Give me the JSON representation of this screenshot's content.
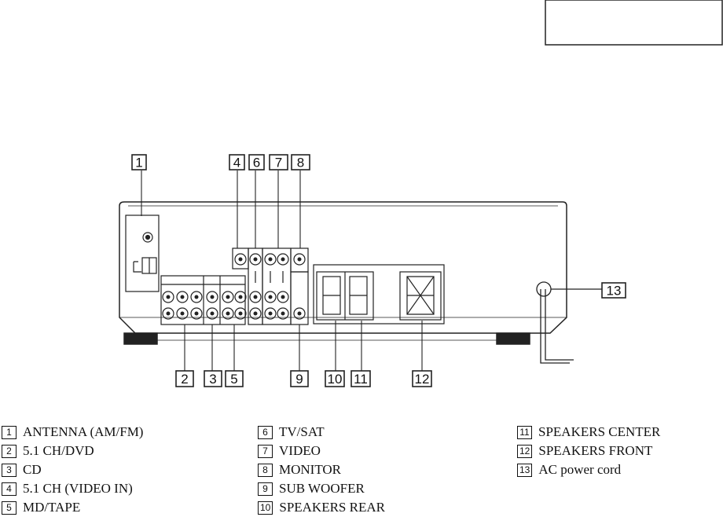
{
  "callouts": [
    {
      "id": "1",
      "label": "ANTENNA (AM/FM)"
    },
    {
      "id": "2",
      "label": "5.1 CH/DVD"
    },
    {
      "id": "3",
      "label": "CD"
    },
    {
      "id": "4",
      "label": "5.1 CH (VIDEO IN)"
    },
    {
      "id": "5",
      "label": "MD/TAPE"
    },
    {
      "id": "6",
      "label": "TV/SAT"
    },
    {
      "id": "7",
      "label": "VIDEO"
    },
    {
      "id": "8",
      "label": "MONITOR"
    },
    {
      "id": "9",
      "label": "SUB WOOFER"
    },
    {
      "id": "10",
      "label": "SPEAKERS REAR"
    },
    {
      "id": "11",
      "label": "SPEAKERS CENTER"
    },
    {
      "id": "12",
      "label": "SPEAKERS FRONT"
    },
    {
      "id": "13",
      "label": "AC power cord"
    }
  ],
  "legend_columns": [
    [
      "1",
      "2",
      "3",
      "4",
      "5"
    ],
    [
      "6",
      "7",
      "8",
      "9",
      "10"
    ],
    [
      "11",
      "12",
      "13"
    ]
  ],
  "header_box_text": ""
}
